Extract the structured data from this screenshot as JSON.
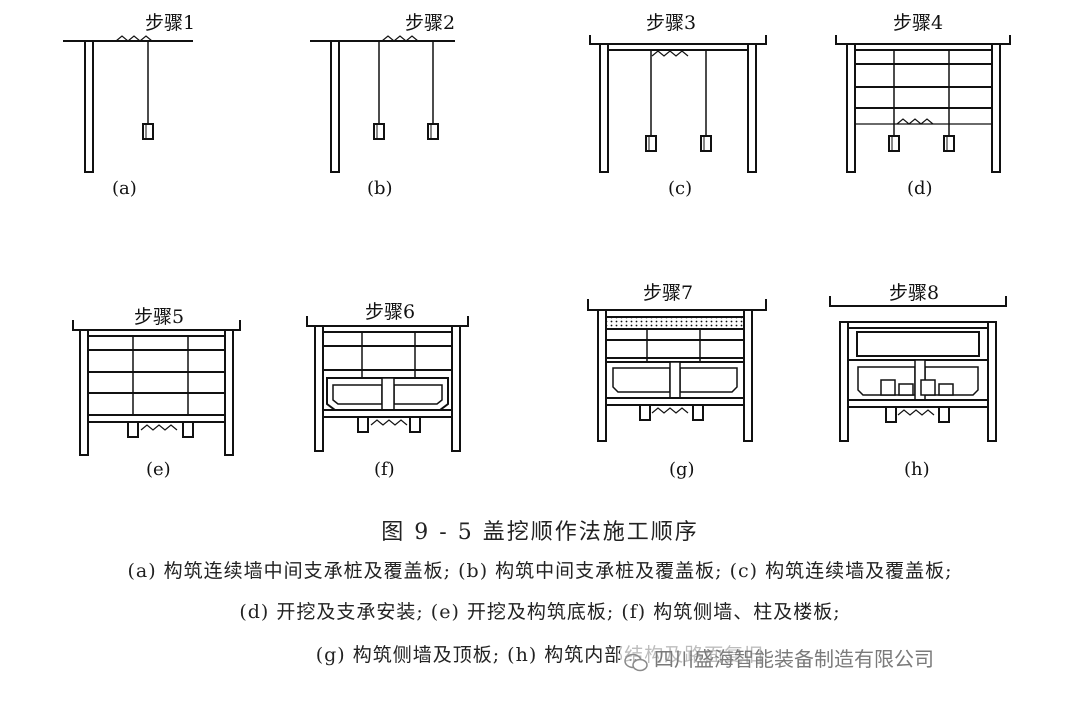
{
  "steps": [
    {
      "label": "步骤1",
      "letter": "(a)"
    },
    {
      "label": "步骤2",
      "letter": "(b)"
    },
    {
      "label": "步骤3",
      "letter": "(c)"
    },
    {
      "label": "步骤4",
      "letter": "(d)"
    },
    {
      "label": "步骤5",
      "letter": "(e)"
    },
    {
      "label": "步骤6",
      "letter": "(f)"
    },
    {
      "label": "步骤7",
      "letter": "(g)"
    },
    {
      "label": "步骤8",
      "letter": "(h)"
    }
  ],
  "caption": {
    "title": "图 9 - 5   盖挖顺作法施工顺序",
    "line1": "(a) 构筑连续墙中间支承桩及覆盖板; (b) 构筑中间支承桩及覆盖板; (c) 构筑连续墙及覆盖板;",
    "line2": "(d) 开挖及支承安装; (e) 开挖及构筑底板; (f) 构筑侧墙、柱及楼板;",
    "line3": "(g) 构筑侧墙及顶板; (h) 构筑内部结构及路面复旧"
  },
  "watermark": {
    "text": "四川盛海智能装备制造有限公司",
    "icon": "wechat-icon"
  }
}
